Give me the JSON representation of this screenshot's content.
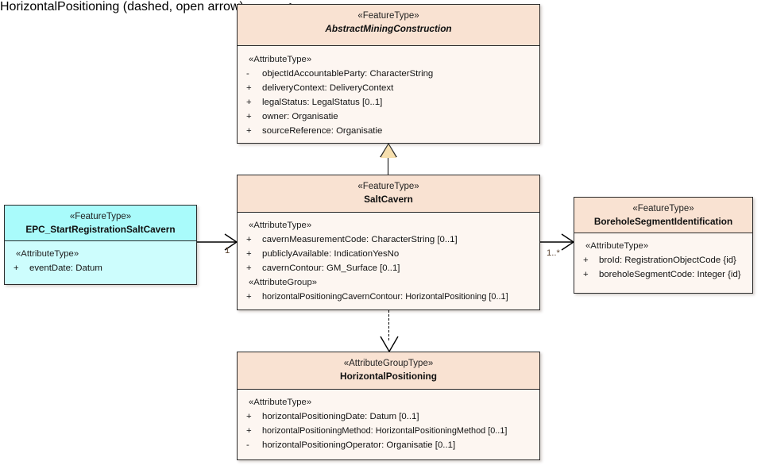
{
  "diagram": {
    "kind": "uml-class-diagram",
    "colors": {
      "header_peach": "#F9E2D2",
      "body_cream": "#FDF6F1",
      "header_cyan": "#A9FBFB",
      "body_cyan": "#CDFDFD",
      "border": "#2B2B2B",
      "generalization_fill": "#F6DFAE",
      "multiplicity_text": "#5A4330"
    }
  },
  "classes": {
    "abstract_mining_construction": {
      "stereotype": "«FeatureType»",
      "name": "AbstractMiningConstruction",
      "is_abstract": true,
      "groups": [
        {
          "stereotype": "«AttributeType»",
          "attributes": [
            {
              "visibility": "-",
              "text": "objectIdAccountableParty: CharacterString"
            },
            {
              "visibility": "+",
              "text": "deliveryContext: DeliveryContext"
            },
            {
              "visibility": "+",
              "text": "legalStatus: LegalStatus [0..1]"
            },
            {
              "visibility": "+",
              "text": "owner: Organisatie"
            },
            {
              "visibility": "+",
              "text": "sourceReference: Organisatie"
            }
          ]
        }
      ]
    },
    "salt_cavern": {
      "stereotype": "«FeatureType»",
      "name": "SaltCavern",
      "is_abstract": false,
      "groups": [
        {
          "stereotype": "«AttributeType»",
          "attributes": [
            {
              "visibility": "+",
              "text": "cavernMeasurementCode: CharacterString [0..1]"
            },
            {
              "visibility": "+",
              "text": "publiclyAvailable: IndicationYesNo"
            },
            {
              "visibility": "+",
              "text": "cavernContour: GM_Surface [0..1]"
            }
          ]
        },
        {
          "stereotype": "«AttributeGroup»",
          "attributes": [
            {
              "visibility": "+",
              "text": "horizontalPositioningCavernContour: HorizontalPositioning [0..1]"
            }
          ]
        }
      ]
    },
    "epc_start_registration_salt_cavern": {
      "stereotype": "«FeatureType»",
      "name": "EPC_StartRegistrationSaltCavern",
      "is_abstract": false,
      "groups": [
        {
          "stereotype": "«AttributeType»",
          "attributes": [
            {
              "visibility": "+",
              "text": "eventDate: Datum"
            }
          ]
        }
      ]
    },
    "borehole_segment_identification": {
      "stereotype": "«FeatureType»",
      "name": "BoreholeSegmentIdentification",
      "is_abstract": false,
      "groups": [
        {
          "stereotype": "«AttributeType»",
          "attributes": [
            {
              "visibility": "+",
              "text": "broId: RegistrationObjectCode {id}"
            },
            {
              "visibility": "+",
              "text": "boreholeSegmentCode: Integer {id}"
            }
          ]
        }
      ]
    },
    "horizontal_positioning": {
      "stereotype": "«AttributeGroupType»",
      "name": "HorizontalPositioning",
      "is_abstract": false,
      "groups": [
        {
          "stereotype": "«AttributeType»",
          "attributes": [
            {
              "visibility": "+",
              "text": "horizontalPositioningDate: Datum [0..1]"
            },
            {
              "visibility": "+",
              "text": "horizontalPositioningMethod: HorizontalPositioningMethod [0..1]"
            },
            {
              "visibility": "-",
              "text": "horizontalPositioningOperator: Organisatie [0..1]"
            }
          ]
        }
      ]
    }
  },
  "relationships": {
    "generalization_saltcavern_to_abstract": {
      "type": "generalization",
      "source": "SaltCavern",
      "target": "AbstractMiningConstruction"
    },
    "association_epc_to_saltcavern": {
      "type": "association",
      "source": "EPC_StartRegistrationSaltCavern",
      "target": "SaltCavern",
      "target_multiplicity": "1"
    },
    "association_saltcavern_to_borehole": {
      "type": "association",
      "source": "SaltCavern",
      "target": "BoreholeSegmentIdentification",
      "target_multiplicity": "1..*"
    },
    "dependency_saltcavern_to_horizontalpositioning": {
      "type": "dependency",
      "source": "SaltCavern",
      "target": "HorizontalPositioning"
    }
  }
}
